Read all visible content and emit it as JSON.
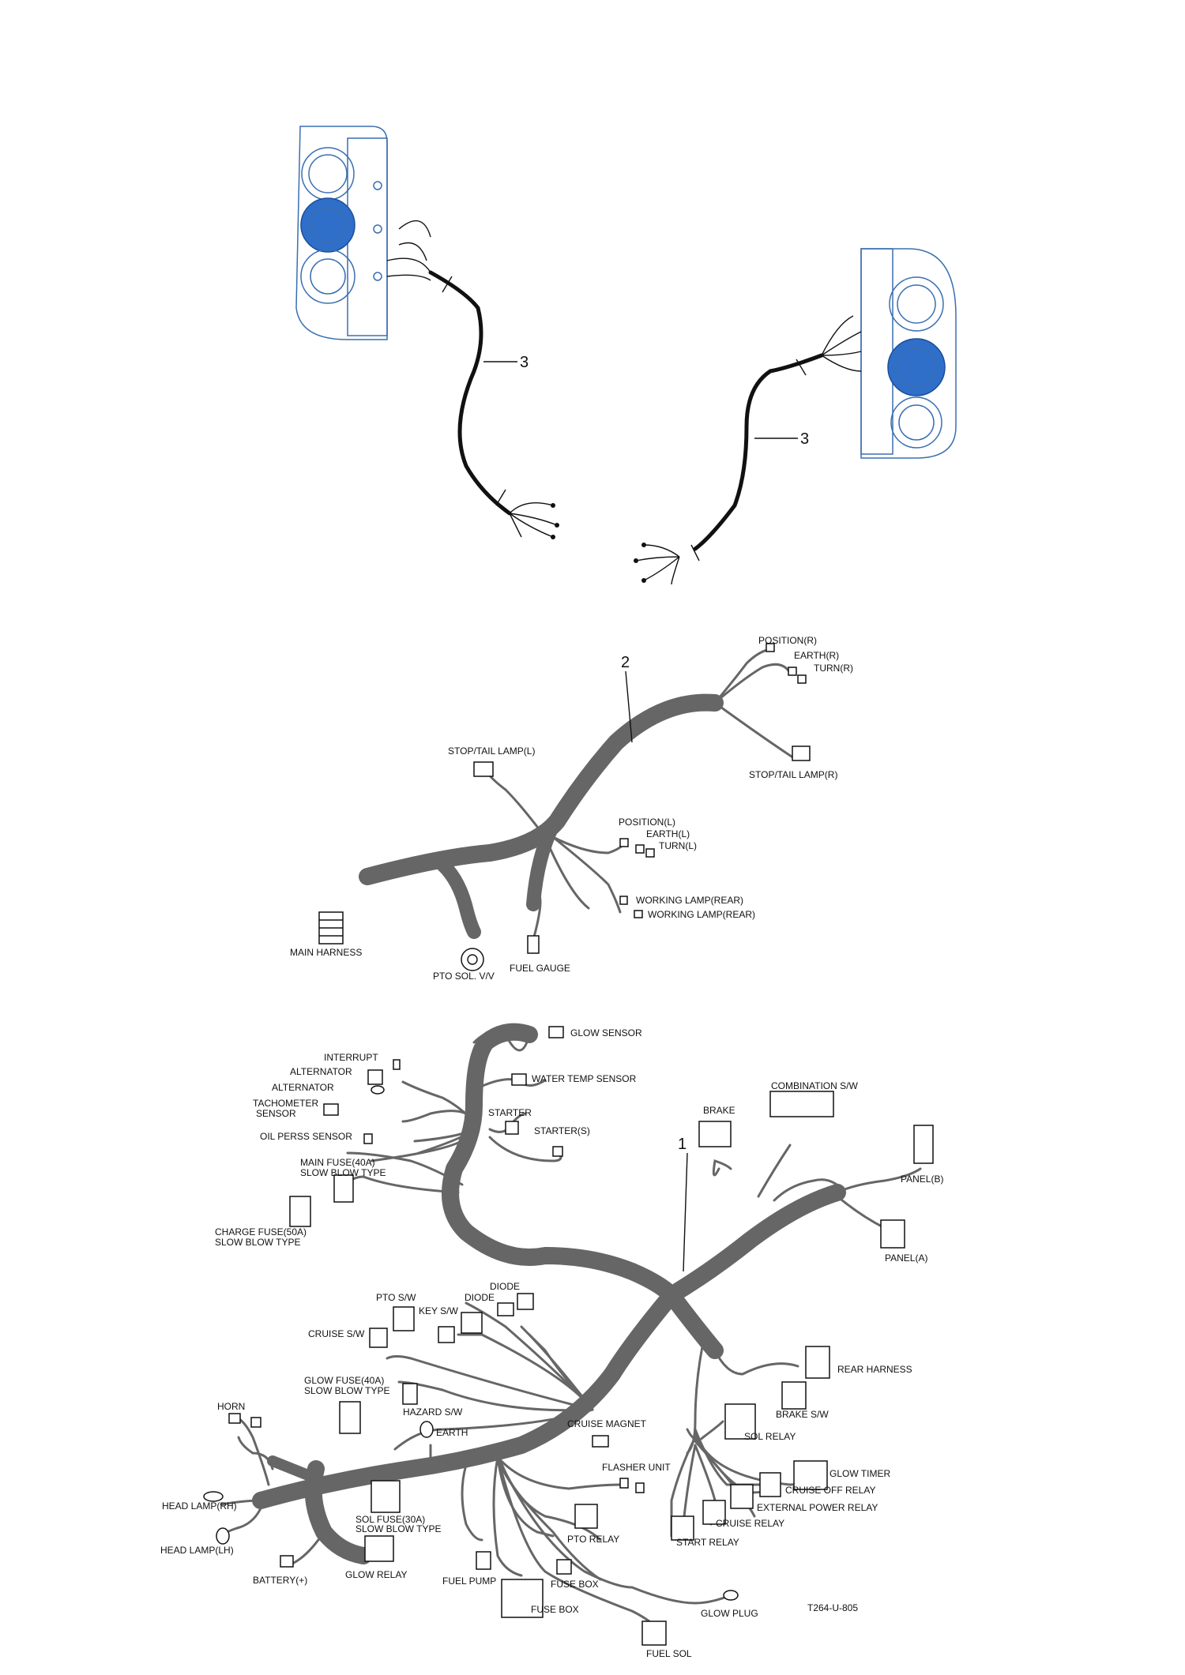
{
  "callouts": {
    "item1": "1",
    "item2": "2",
    "item3": "3"
  },
  "rear_harness_labels": {
    "position_r": "POSITION(R)",
    "earth_r": "EARTH(R)",
    "turn_r": "TURN(R)",
    "stop_tail_lamp_r": "STOP/TAIL LAMP(R)",
    "stop_tail_lamp_l": "STOP/TAIL LAMP(L)",
    "position_l": "POSITION(L)",
    "earth_l": "EARTH(L)",
    "turn_l": "TURN(L)",
    "working_lamp_rear_1": "WORKING LAMP(REAR)",
    "working_lamp_rear_2": "WORKING LAMP(REAR)",
    "main_harness": "MAIN HARNESS",
    "pto_sol_vv": "PTO SOL. V/V",
    "fuel_gauge": "FUEL GAUGE"
  },
  "main_harness_labels": {
    "glow_sensor": "GLOW SENSOR",
    "interrupt": "INTERRUPT",
    "alternator_1": "ALTERNATOR",
    "alternator_2": "ALTERNATOR",
    "water_temp_sensor": "WATER TEMP SENSOR",
    "tachometer_sensor_1": "TACHOMETER",
    "tachometer_sensor_2": "SENSOR",
    "starter": "STARTER",
    "starter_s": "STARTER(S)",
    "oil_perss_sensor": "OIL PERSS SENSOR",
    "combination_sw": "COMBINATION S/W",
    "brake": "BRAKE",
    "main_fuse_1": "MAIN FUSE(40A)",
    "main_fuse_2": "SLOW BLOW TYPE",
    "panel_b": "PANEL(B)",
    "charge_fuse_1": "CHARGE FUSE(50A)",
    "charge_fuse_2": "SLOW BLOW TYPE",
    "panel_a": "PANEL(A)",
    "diode_1": "DIODE",
    "diode_2": "DIODE",
    "pto_sw": "PTO S/W",
    "key_sw": "KEY S/W",
    "cruise_sw": "CRUISE S/W",
    "rear_harness": "REAR HARNESS",
    "glow_fuse_1": "GLOW FUSE(40A)",
    "glow_fuse_2": "SLOW BLOW TYPE",
    "hazard_sw": "HAZARD S/W",
    "brake_sw": "BRAKE S/W",
    "horn": "HORN",
    "earth": "EARTH",
    "cruise_magnet": "CRUISE MAGNET",
    "sol_relay": "SOL RELAY",
    "flasher_unit": "FLASHER UNIT",
    "glow_timer": "GLOW TIMER",
    "cruise_off_relay": "CRUISE OFF RELAY",
    "head_lamp_rh": "HEAD LAMP(RH)",
    "external_power_relay": "EXTERNAL POWER RELAY",
    "sol_fuse_1": "SOL FUSE(30A)",
    "sol_fuse_2": "SLOW BLOW TYPE",
    "cruise_relay": "CRUISE RELAY",
    "head_lamp_lh": "HEAD LAMP(LH)",
    "pto_relay": "PTO RELAY",
    "start_relay": "START RELAY",
    "battery": "BATTERY(+)",
    "glow_relay": "GLOW RELAY",
    "fuel_pump": "FUEL PUMP",
    "fuse_box_1": "FUSE BOX",
    "fuse_box_2": "FUSE BOX",
    "glow_plug": "GLOW PLUG",
    "fuel_sol": "FUEL SOL"
  },
  "drawing_number": "T264-U-805",
  "colors": {
    "harness": "#666666",
    "lamp_blue": "#2f6fc9",
    "cable": "#111111"
  }
}
